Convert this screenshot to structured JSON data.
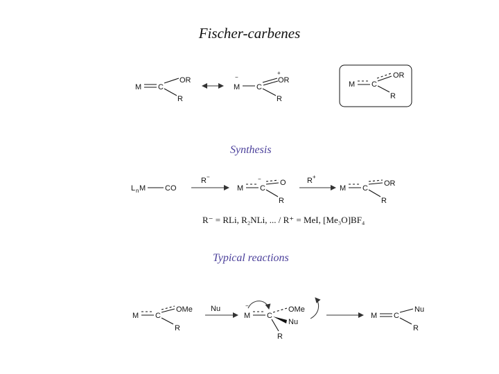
{
  "title": "Fischer-carbenes",
  "sections": {
    "synthesis": "Synthesis",
    "reactions": "Typical reactions"
  },
  "atoms": {
    "M": "M",
    "C": "C",
    "OR": "OR",
    "R": "R",
    "minus": "−",
    "plus": "+",
    "LnM_L": "L",
    "LnM_n": "n",
    "LnM_M": "M",
    "CO": "CO",
    "O": "O",
    "Rminus": "R",
    "Rplus": "R",
    "OMe": "OMe",
    "Nu": "Nu"
  },
  "note": "R⁻ = RLi, R₂NLi, ... / R⁺ = MeI, [Me₃O]BF₄"
}
